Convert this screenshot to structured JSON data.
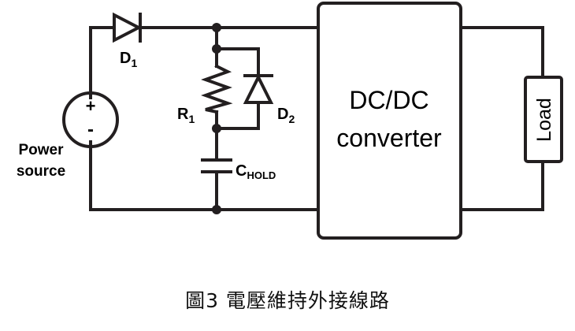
{
  "components": {
    "d1": {
      "label": "D",
      "sub": "1"
    },
    "r1": {
      "label": "R",
      "sub": "1"
    },
    "d2": {
      "label": "D",
      "sub": "2"
    },
    "chold": {
      "label": "C",
      "sub": "HOLD"
    }
  },
  "power_source": {
    "line1": "Power",
    "line2": "source",
    "plus": "+",
    "minus": "-"
  },
  "converter": {
    "line1": "DC/DC",
    "line2": "converter"
  },
  "load": {
    "label": "Load"
  },
  "caption": "圖3 電壓維持外接線路"
}
